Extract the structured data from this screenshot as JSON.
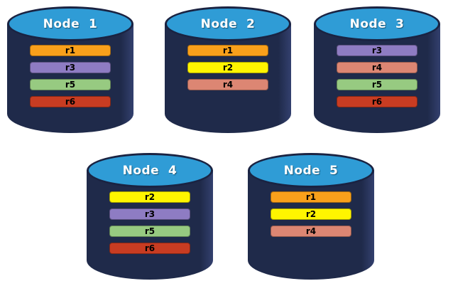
{
  "diagram": {
    "title": "database-nodes-replica-placement",
    "background_color": "#ffffff",
    "cylinder": {
      "top_fill": "#2f9cd6",
      "body_fill": "#1f2a4a",
      "outline": "#1a2342"
    },
    "replica_colors": {
      "r1": "#f9a01b",
      "r2": "#fff500",
      "r3": "#8e7cc3",
      "r4": "#dc8673",
      "r5": "#97ca81",
      "r6": "#c83c22"
    },
    "nodes": [
      {
        "label": "Node  1",
        "replicas": [
          "r1",
          "r3",
          "r5",
          "r6"
        ]
      },
      {
        "label": "Node  2",
        "replicas": [
          "r1",
          "r2",
          "r4"
        ]
      },
      {
        "label": "Node  3",
        "replicas": [
          "r3",
          "r4",
          "r5",
          "r6"
        ]
      },
      {
        "label": "Node  4",
        "replicas": [
          "r2",
          "r3",
          "r5",
          "r6"
        ]
      },
      {
        "label": "Node  5",
        "replicas": [
          "r1",
          "r2",
          "r4"
        ]
      }
    ]
  }
}
